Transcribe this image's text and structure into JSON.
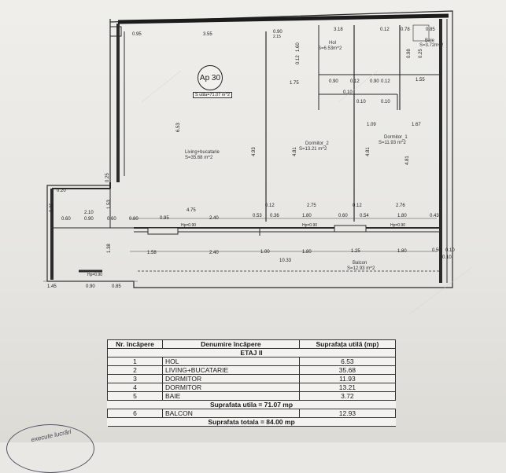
{
  "plan": {
    "apartment_label": "Ap 30",
    "apartment_area": "S utila=71.07 m^2",
    "rooms": {
      "hol": {
        "name": "Hol",
        "area": "S=6.53m^2"
      },
      "baie": {
        "name": "Baie",
        "area": "S=3.72m^2"
      },
      "living": {
        "name": "Living+bucatarie",
        "area": "S=35.68 m^2"
      },
      "dormitor2": {
        "name": "Dormitor_2",
        "area": "S=13.21 m^2"
      },
      "dormitor1": {
        "name": "Dormitor_1",
        "area": "S=11.93 m^2"
      },
      "balcon": {
        "name": "Balcon",
        "area": "S=12.93 m^2"
      }
    },
    "dims": {
      "d1": "0.95",
      "d2": "3.55",
      "d3": "0.90",
      "d4": "2.15",
      "d5": "3.18",
      "d6": "0.12",
      "d7": "0.78",
      "d8": "0.85",
      "d9": "1.60",
      "d10": "0.12",
      "d11": "1.75",
      "d12": "0.90",
      "d13": "0.12",
      "d14": "0.90",
      "d15": "0.12",
      "d16": "1.55",
      "d17": "0.10",
      "d18": "0.10",
      "d19": "0.10",
      "d20": "6.53",
      "d21": "1.09",
      "d22": "1.67",
      "d23": "4.93",
      "d24": "4.81",
      "d25": "4.81",
      "d26": "4.81",
      "d27": "0.12",
      "d28": "2.75",
      "d29": "0.12",
      "d30": "2.76",
      "d31": "0.25",
      "d32": "0.20",
      "d33": "0.25",
      "d34": "2.10",
      "d35": "1.53",
      "d36": "0.60",
      "d37": "0.90",
      "d38": "0.60",
      "d39": "0.80",
      "d40": "0.95",
      "d41": "4.75",
      "d42": "2.40",
      "d43": "0.53",
      "d44": "0.36",
      "d45": "1.80",
      "d46": "0.60",
      "d47": "0.54",
      "d48": "1.80",
      "d49": "0.43",
      "d50": "1.38",
      "d51": "1.58",
      "d52": "2.40",
      "d53": "1.00",
      "d54": "1.80",
      "d55": "1.25",
      "d56": "1.80",
      "d57": "0.50",
      "d58": "0.10",
      "d59": "0.10",
      "d60": "10.33",
      "d61": "1.45",
      "d62": "0.90",
      "d63": "0.85",
      "d64": "0.25",
      "d65": "0.98"
    },
    "hp_labels": [
      "Hp=0.90",
      "Hp=0.90",
      "Hp=0.90",
      "Hp=0.90"
    ]
  },
  "table": {
    "headers": [
      "Nr. încăpere",
      "Denumire încăpere",
      "Suprafața utilă (mp)"
    ],
    "level": "ETAJ II",
    "rows": [
      {
        "nr": "1",
        "name": "HOL",
        "area": "6.53"
      },
      {
        "nr": "2",
        "name": "LIVING+BUCATARIE",
        "area": "35.68"
      },
      {
        "nr": "3",
        "name": "DORMITOR",
        "area": "11.93"
      },
      {
        "nr": "4",
        "name": "DORMITOR",
        "area": "13.21"
      },
      {
        "nr": "5",
        "name": "BAIE",
        "area": "3.72"
      }
    ],
    "subtotal": "Suprafata utila = 71.07 mp",
    "balcony_row": {
      "nr": "6",
      "name": "BALCON",
      "area": "12.93"
    },
    "total": "Suprafata totala = 84.00 mp"
  },
  "stamp_text": "execute lucrări"
}
